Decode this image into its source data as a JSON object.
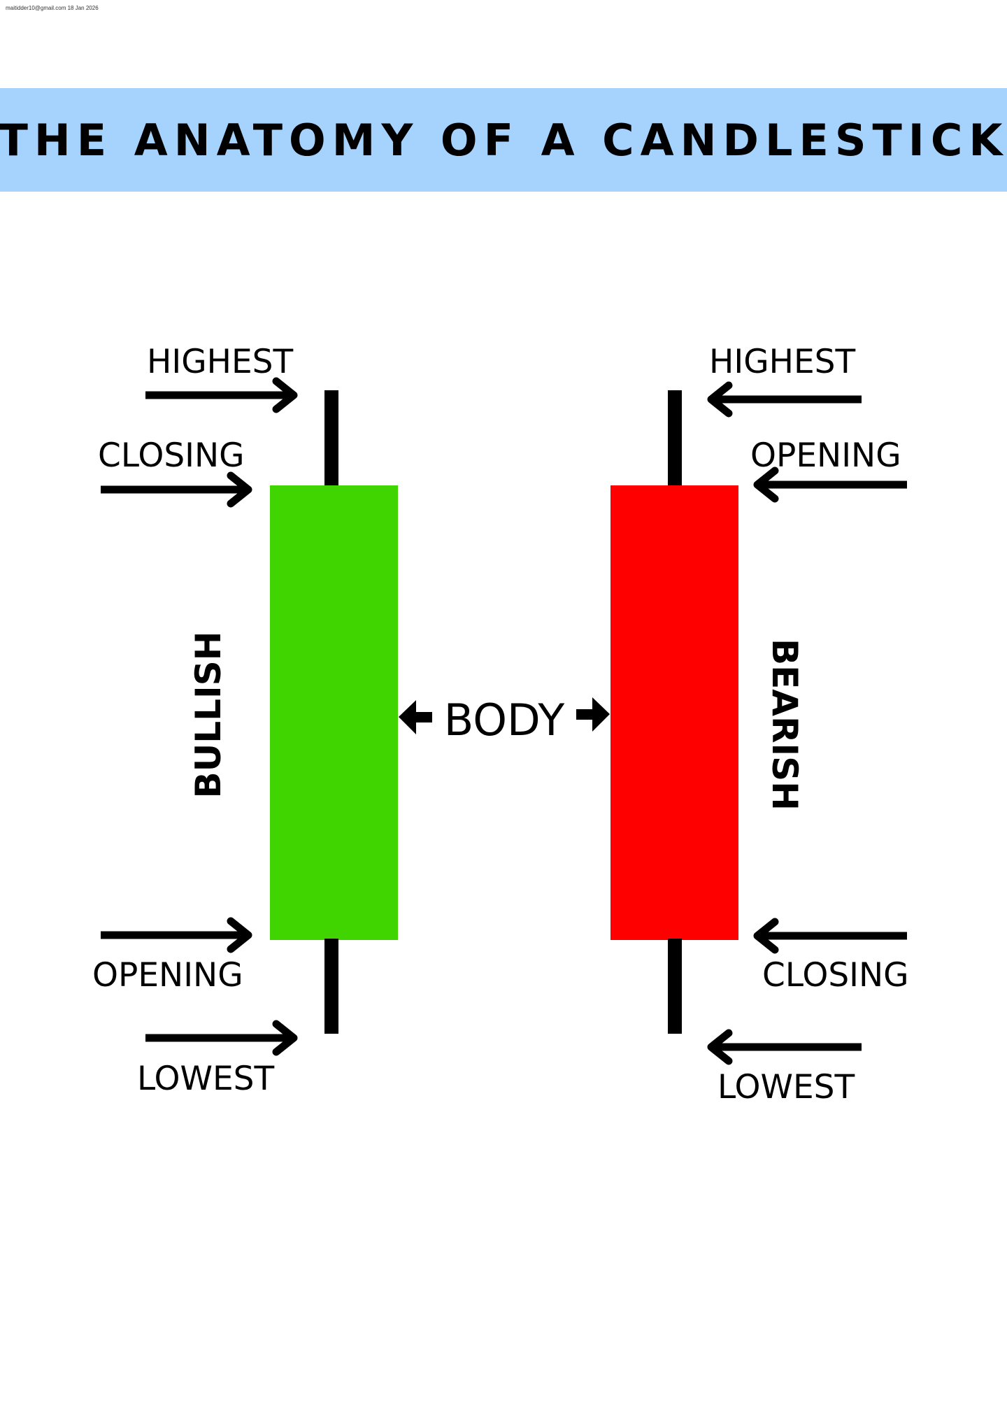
{
  "watermark": "maitidder10@gmail.com 18 Jan 2026",
  "title": "THE ANATOMY OF A CANDLESTICK",
  "body_label": "BODY",
  "colors": {
    "banner": "#a6d3fd",
    "bullish_body": "#40d400",
    "bearish_body": "#ff0000",
    "ink": "#000000"
  },
  "bullish": {
    "side_label": "BULLISH",
    "highest": "HIGHEST",
    "closing": "CLOSING",
    "opening": "OPENING",
    "lowest": "LOWEST"
  },
  "bearish": {
    "side_label": "BEARISH",
    "highest": "HIGHEST",
    "opening": "OPENING",
    "closing": "CLOSING",
    "lowest": "LOWEST"
  }
}
